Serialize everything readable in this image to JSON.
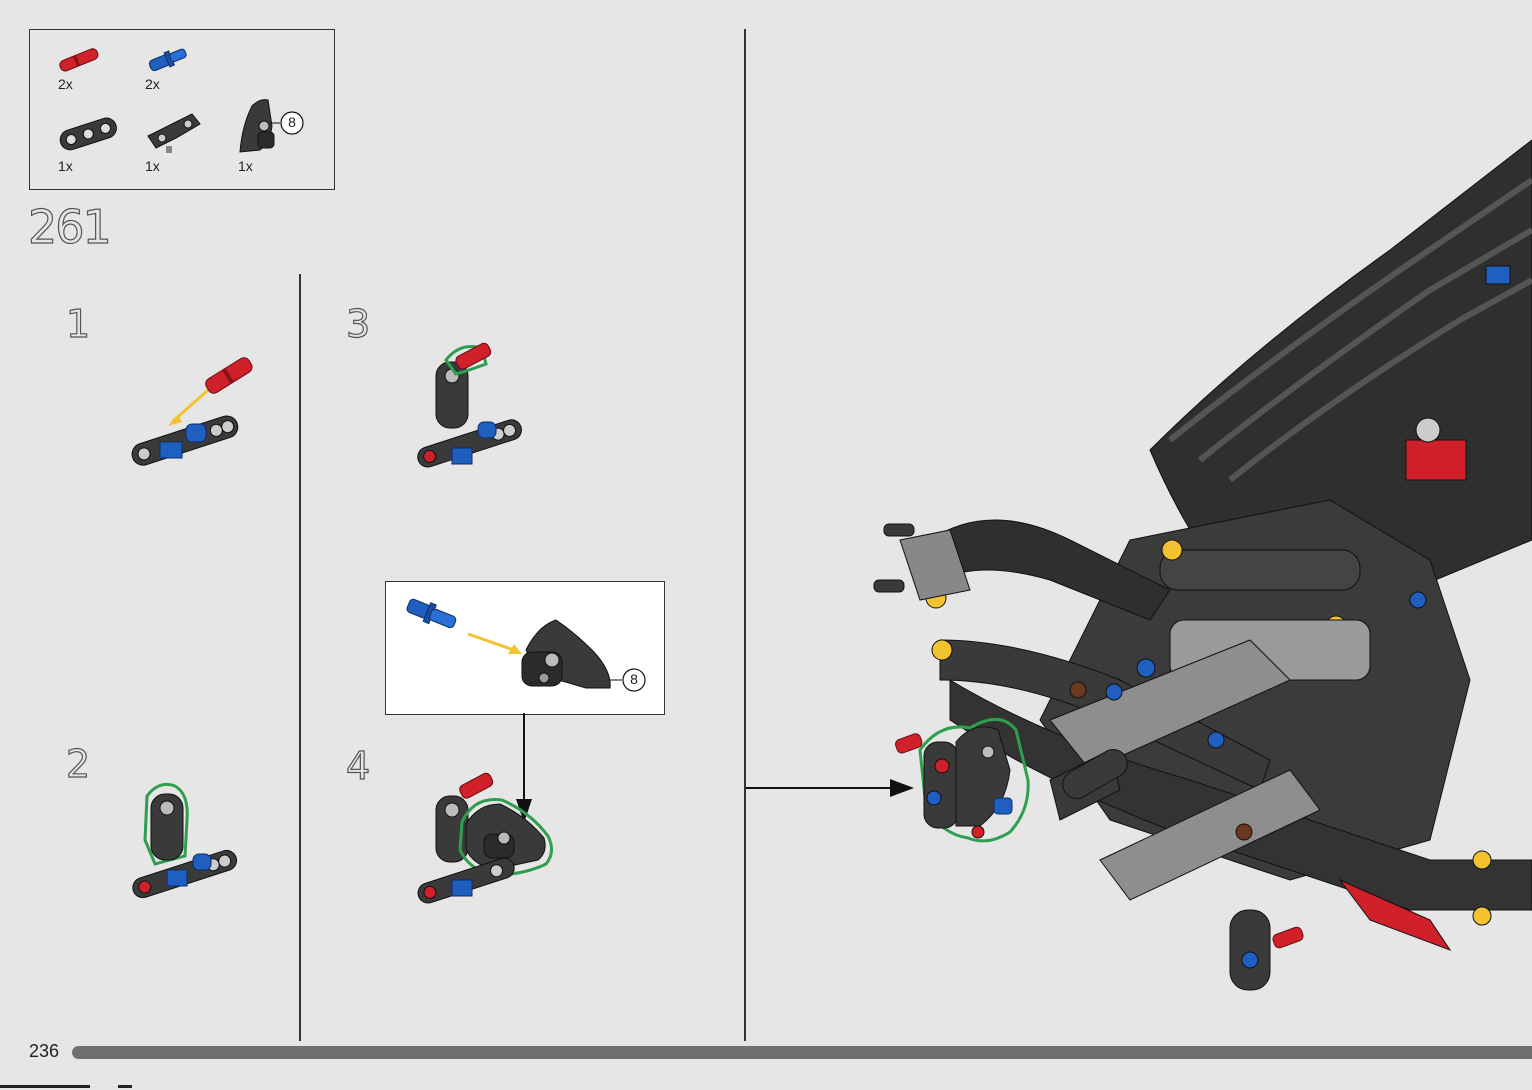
{
  "parts_list": {
    "items": [
      {
        "qty": "2x",
        "part": "red-axle-pin-icon"
      },
      {
        "qty": "2x",
        "part": "blue-axle-pin-icon"
      },
      {
        "qty": "1x",
        "part": "dark-gray-beam-connector-icon"
      },
      {
        "qty": "1x",
        "part": "dark-gray-angled-connector-icon"
      },
      {
        "qty": "1x",
        "part": "dark-gray-panel-subassembly-icon"
      }
    ],
    "subassembly_ref": "8"
  },
  "step": {
    "number": "261",
    "substeps": [
      "1",
      "2",
      "3",
      "4"
    ]
  },
  "callout": {
    "subassembly_ref": "8"
  },
  "footer": {
    "page_number": "236",
    "progress_fraction": 1.0
  },
  "colors": {
    "background": "#e6e6e6",
    "highlight_outline": "#2e9e4f",
    "insert_arrow": "#f2c230",
    "part_red": "#d0202a",
    "part_blue": "#1f5fbf",
    "part_dark_gray": "#3a3a3a"
  }
}
